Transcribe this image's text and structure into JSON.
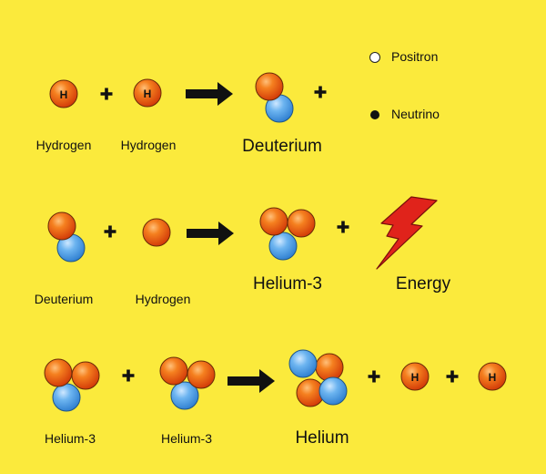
{
  "legend": {
    "positron": "Positron",
    "neutrino": "Neutrino"
  },
  "particles": {
    "proton_symbol": "H"
  },
  "reaction1": {
    "reactant1": "Hydrogen",
    "reactant2": "Hydrogen",
    "product": "Deuterium"
  },
  "reaction2": {
    "reactant1": "Deuterium",
    "reactant2": "Hydrogen",
    "product": "Helium-3",
    "energy": "Energy"
  },
  "reaction3": {
    "reactant1": "Helium-3",
    "reactant2": "Helium-3",
    "product": "Helium"
  },
  "colors": {
    "background": "#fbea3c",
    "proton": "#e84a10",
    "neutron": "#4fa2e8",
    "lightning": "#e0231b"
  }
}
